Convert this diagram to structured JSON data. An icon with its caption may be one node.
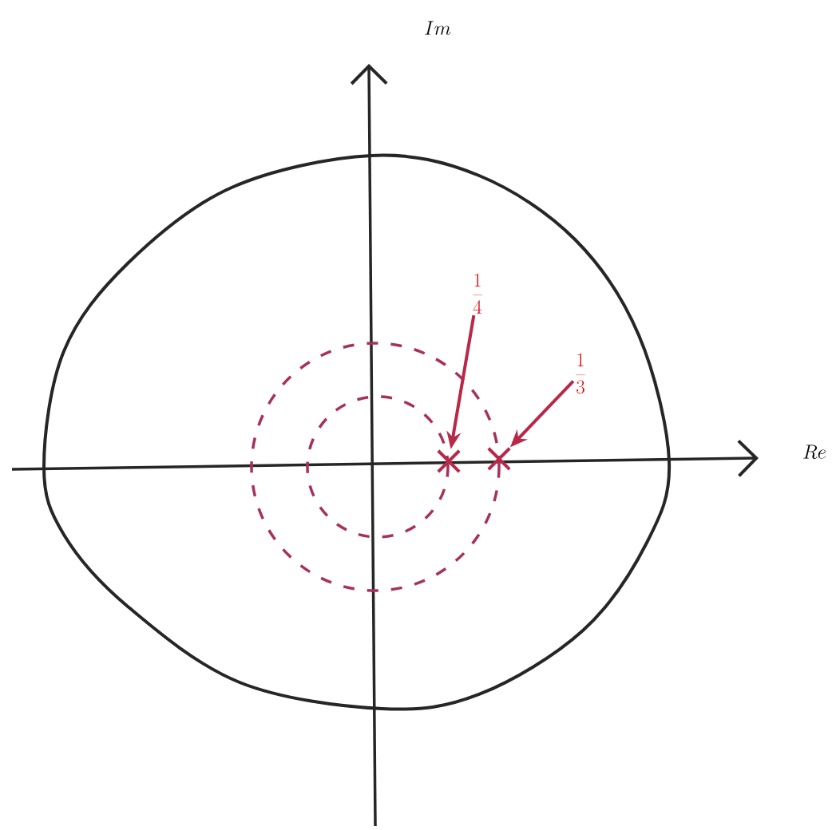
{
  "diagram": {
    "nodes": [
      {
        "text": [
          "\\frac{1}{4}"
        ]
      },
      {
        "text": [],
        "shape": "cross"
      },
      {
        "text": [
          "\\frac{1}{3}"
        ]
      },
      {
        "text": [],
        "shape": "cross"
      }
    ],
    "edges": [
      {
        "from": 0,
        "to": 1,
        "arrow": "to"
      },
      {
        "from": 2,
        "to": 3,
        "arrow": "to"
      }
    ],
    "labels": [
      "Im",
      "Re"
    ]
  }
}
